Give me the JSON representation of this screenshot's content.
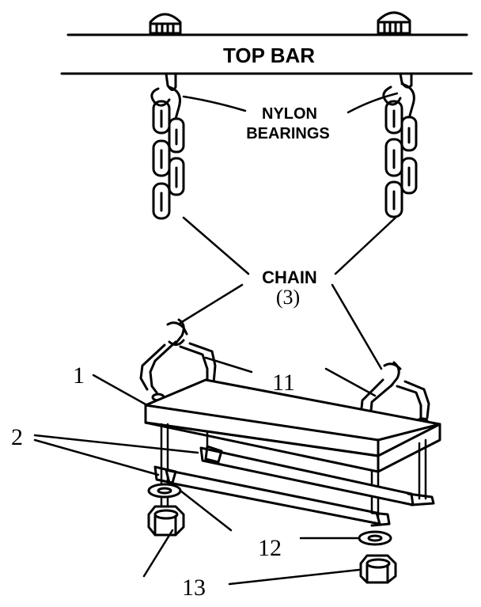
{
  "diagram": {
    "labels": {
      "top_bar": "TOP BAR",
      "nylon_line1": "NYLON",
      "nylon_line2": "BEARINGS",
      "chain_line1": "CHAIN",
      "chain_line2": "(3)"
    },
    "callouts": {
      "c1": "1",
      "c2": "2",
      "c11": "11",
      "c12": "12",
      "c13": "13"
    }
  },
  "colors": {
    "ink": "#000000",
    "paper": "#ffffff"
  }
}
